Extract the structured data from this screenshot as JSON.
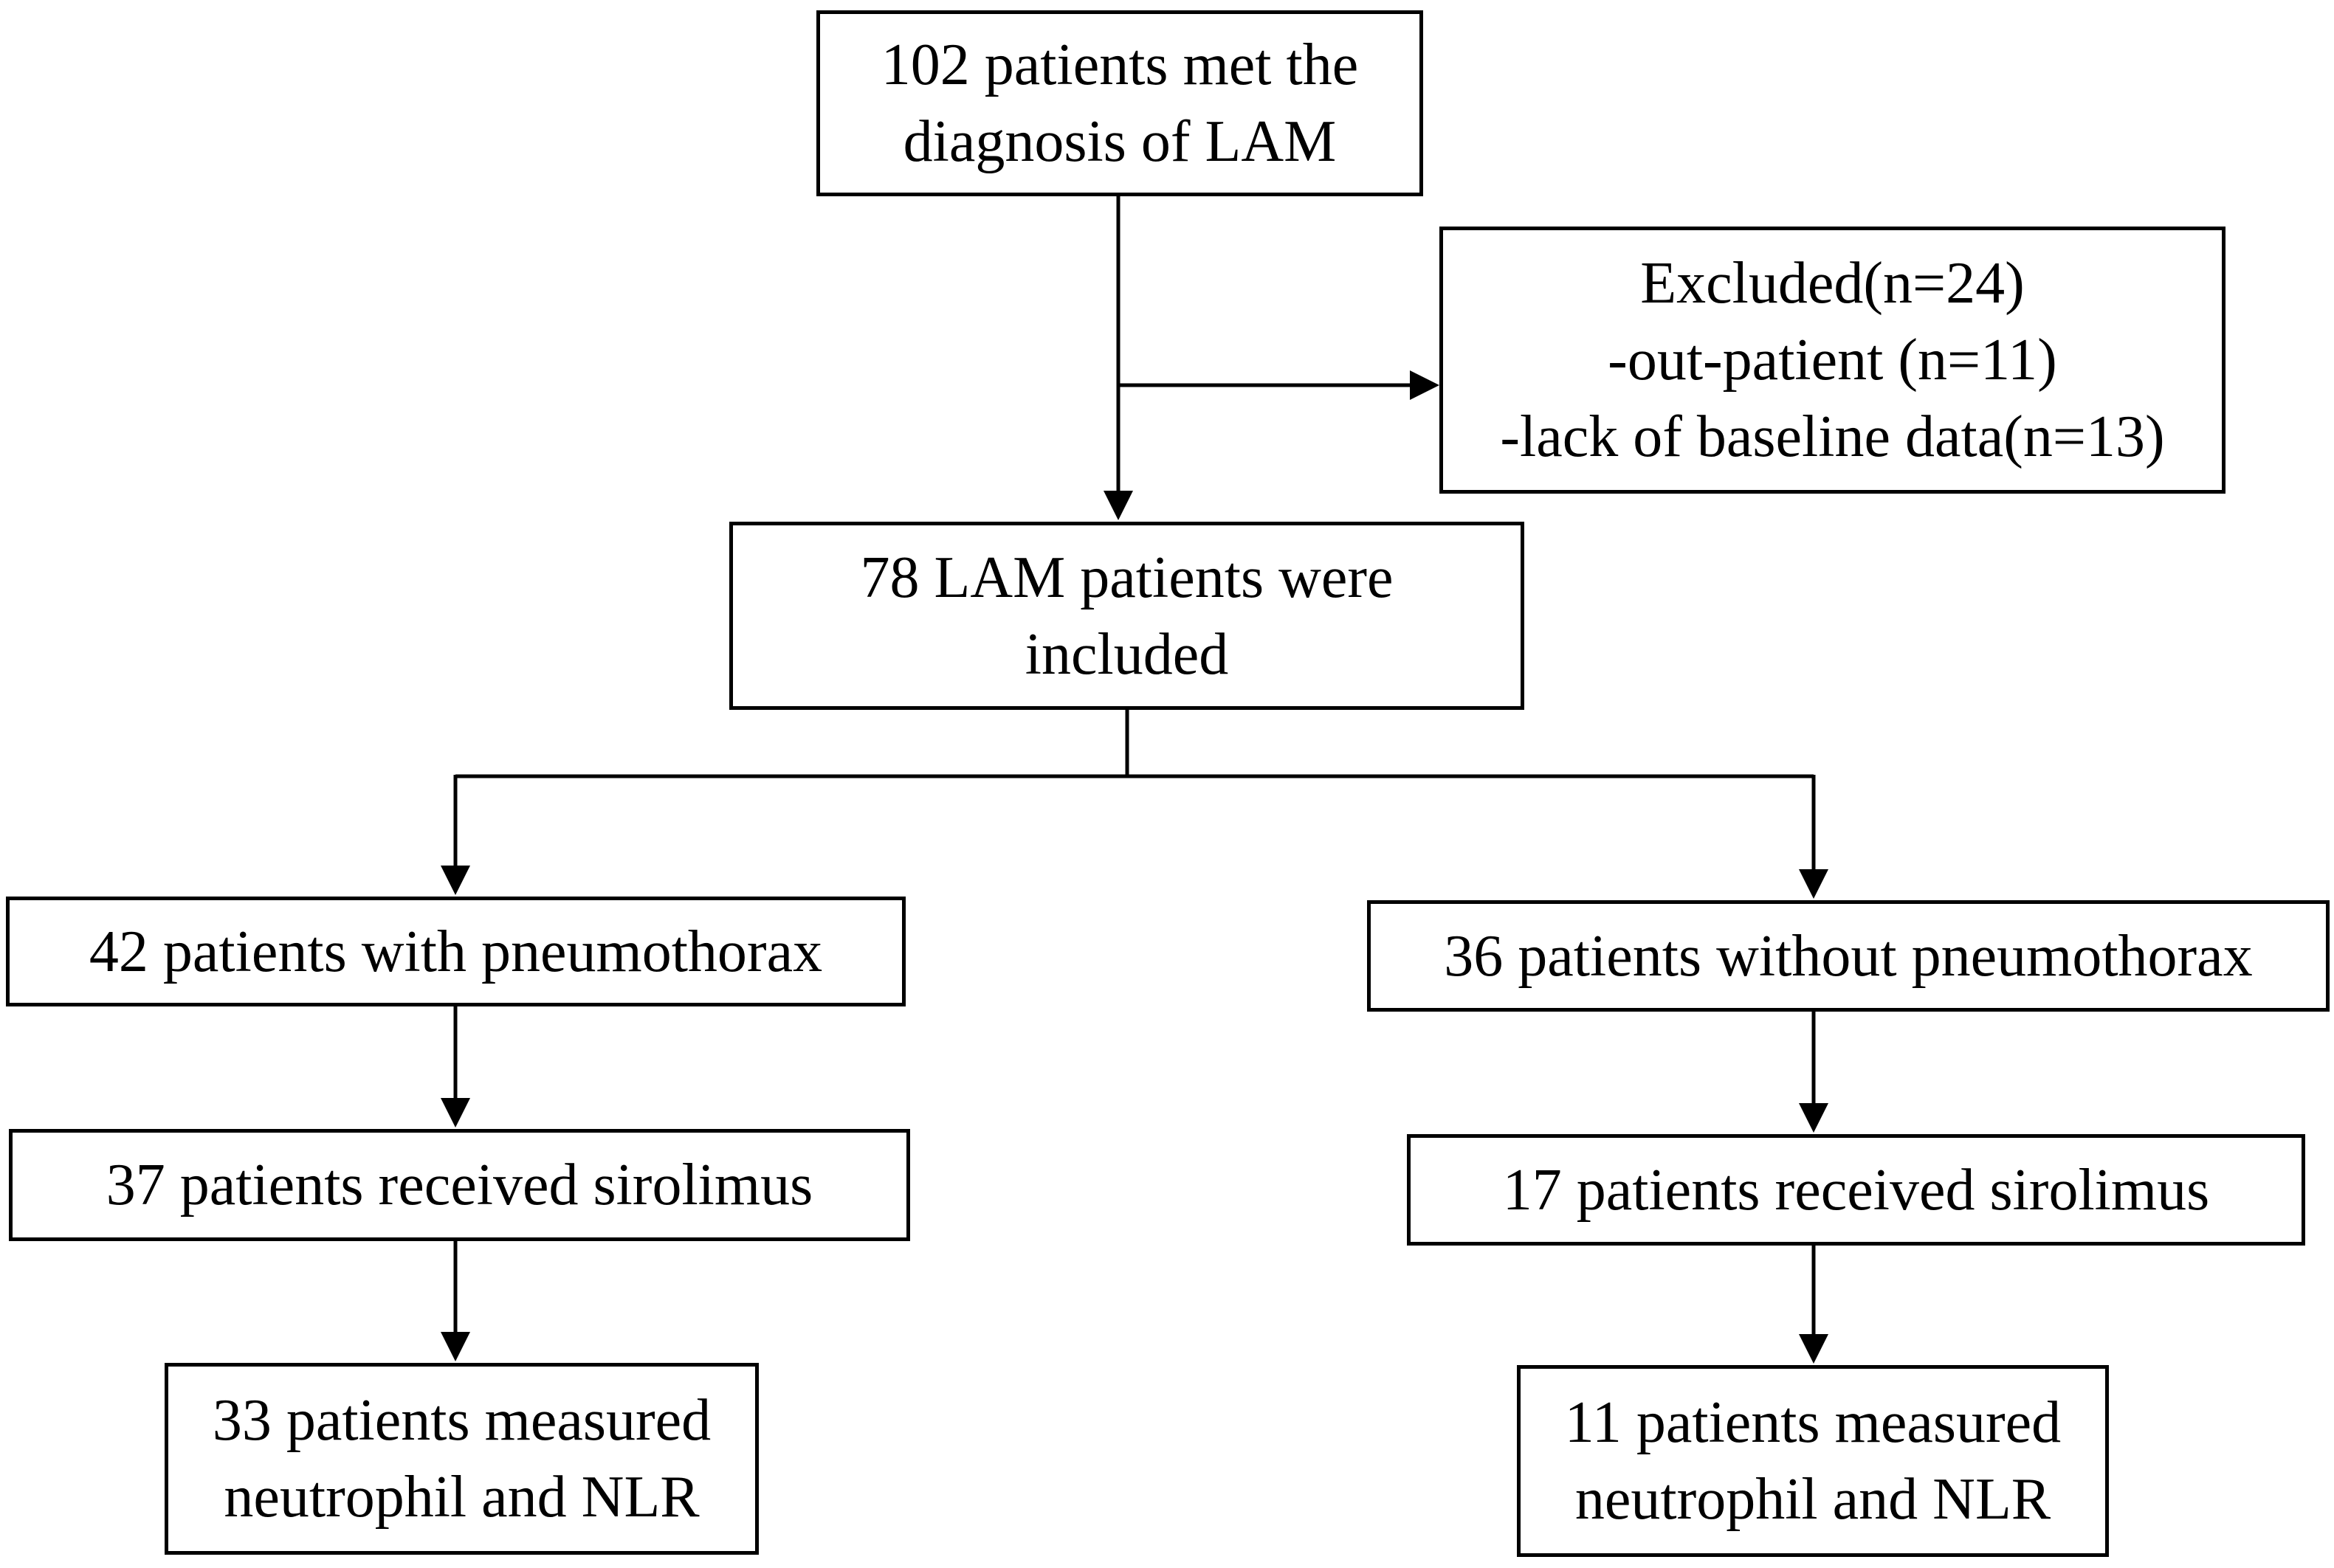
{
  "flowchart": {
    "top": {
      "lines": [
        "102 patients met the",
        "diagnosis of LAM"
      ]
    },
    "excluded": {
      "lines": [
        "Excluded(n=24)",
        "-out-patient (n=11)",
        "-lack of baseline data(n=13)"
      ]
    },
    "included": {
      "lines": [
        "78 LAM patients were",
        "included"
      ]
    },
    "left": {
      "group": {
        "lines": [
          "42 patients with pneumothorax"
        ]
      },
      "sirolimus": {
        "lines": [
          "37 patients received sirolimus"
        ]
      },
      "measured": {
        "lines": [
          "33 patients measured",
          "neutrophil and NLR"
        ]
      }
    },
    "right": {
      "group": {
        "lines": [
          "36 patients without pneumothorax"
        ]
      },
      "sirolimus": {
        "lines": [
          "17 patients received sirolimus"
        ]
      },
      "measured": {
        "lines": [
          "11 patients measured",
          "neutrophil and NLR"
        ]
      }
    }
  },
  "colors": {
    "stroke": "#000000",
    "background": "#ffffff"
  }
}
